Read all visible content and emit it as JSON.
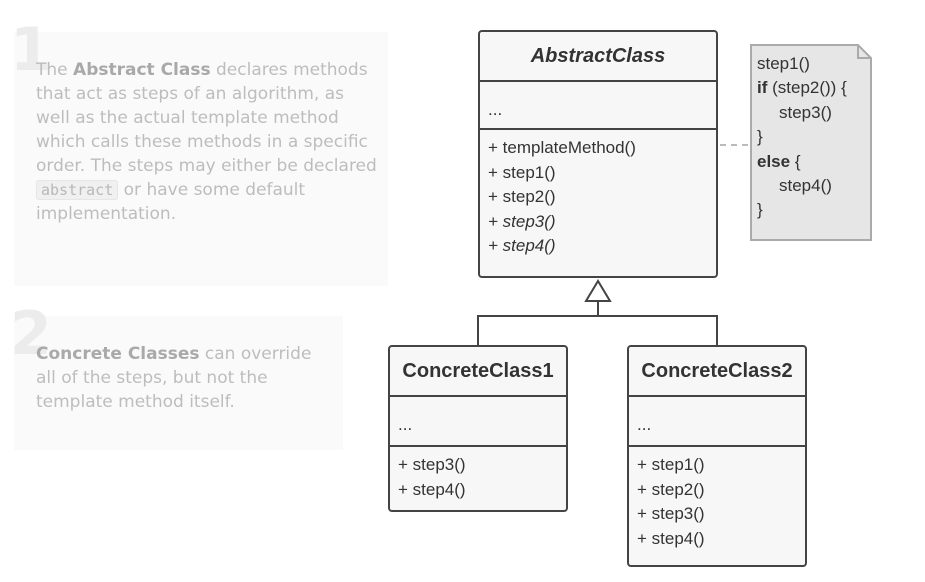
{
  "panels": [
    {
      "number": "1",
      "text_pre": "The ",
      "text_bold": "Abstract Class",
      "text_mid": " declares methods that act as steps of an algorithm, as well as the actual template method which calls these methods in a specific order. The steps may either be declared ",
      "text_code": "abstract",
      "text_post": " or have some default implementation."
    },
    {
      "number": "2",
      "text_bold": "Concrete Classes",
      "text_post": " can override all of the steps, but not the template method itself."
    }
  ],
  "abstract_class": {
    "name": "AbstractClass",
    "fields": "...",
    "methods": [
      "+ templateMethod()",
      "+ step1()",
      "+ step2()"
    ],
    "abstract_methods": [
      "+ step3()",
      "+ step4()"
    ]
  },
  "concrete_classes": [
    {
      "name": "ConcreteClass1",
      "fields": "...",
      "methods": [
        "+ step3()",
        "+ step4()"
      ]
    },
    {
      "name": "ConcreteClass2",
      "fields": "...",
      "methods": [
        "+ step1()",
        "+ step2()",
        "+ step3()",
        "+ step4()"
      ]
    }
  ],
  "note": {
    "lines": [
      {
        "kw": "",
        "text": "step1()"
      },
      {
        "kw": "if",
        "text": " (step2()) {"
      },
      {
        "kw": "",
        "text": "step3()",
        "indent": true
      },
      {
        "kw": "",
        "text": "}"
      },
      {
        "kw": "else",
        "text": " {"
      },
      {
        "kw": "",
        "text": "step4()",
        "indent": true
      },
      {
        "kw": "",
        "text": "}"
      }
    ]
  },
  "colors": {
    "border": "#444444",
    "box_fill": "#f7f7f7",
    "note_fill": "#e6e6e6",
    "note_border": "#aaaaaa",
    "panel_bg": "#fafafa",
    "panel_text": "#bdbdbd"
  }
}
